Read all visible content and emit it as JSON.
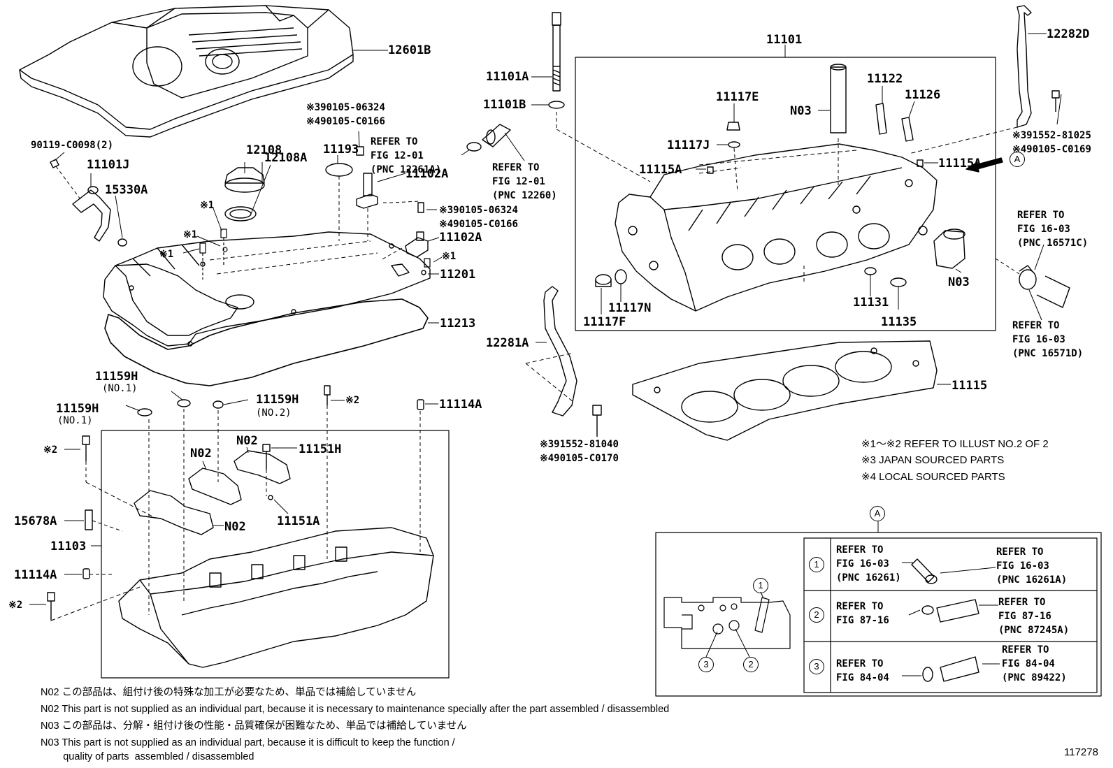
{
  "labels": {
    "p12601B": "12601B",
    "p90119": "90119-C0098(2)",
    "p11101J": "11101J",
    "p15330A": "15330A",
    "p12108": "12108",
    "p12108A": "12108A",
    "p11193": "11193",
    "pNote1a": "※390105-06324",
    "pNote1b": "※490105-C0166",
    "pNote2a": "※390105-06324",
    "pNote2b": "※490105-C0166",
    "p11102A_1": "11102A",
    "p11102A_2": "11102A",
    "pX1a": "※1",
    "pX1b": "※1",
    "pX1c": "※1",
    "pX1d": "※1",
    "p11201": "11201",
    "p11213": "11213",
    "p11101A": "11101A",
    "p11101B": "11101B",
    "p11101": "11101",
    "p11117E": "11117E",
    "p11122": "11122",
    "p11126": "11126",
    "pN03a": "N03",
    "p11117J": "11117J",
    "p11115A_1": "11115A",
    "p11115A_2": "11115A",
    "pN03b": "N03",
    "p11117N": "11117N",
    "p11117F": "11117F",
    "p11131": "11131",
    "p11135": "11135",
    "p12282D": "12282D",
    "pNote3a": "※391552-81025",
    "pNote3b": "※490105-C0169",
    "p12281A": "12281A",
    "p11115": "11115",
    "pNote4a": "※391552-81040",
    "pNote4b": "※490105-C0170",
    "p11159H_1": "11159H",
    "p11159H_1n": "(NO.1)",
    "p11159H_2": "11159H",
    "p11159H_2n": "(NO.1)",
    "p11159H_3": "11159H",
    "p11159H_3n": "(NO.2)",
    "pX2a": "※2",
    "pX2b": "※2",
    "pX2c": "※2",
    "p11114A_1": "11114A",
    "p11114A_2": "11114A",
    "pN02a": "N02",
    "pN02b": "N02",
    "pN02c": "N02",
    "p11151H": "11151H",
    "p11151A": "11151A",
    "p15678A": "15678A",
    "p11103": "11103",
    "circleA_1": "A",
    "circleA_2": "A"
  },
  "refs": {
    "r1": "REFER TO\nFIG 12-01\n(PNC 12261A)",
    "r2": "REFER TO\nFIG 12-01\n(PNC 12260)",
    "r3": "REFER TO\nFIG 16-03\n(PNC 16571C)",
    "r4": "REFER TO\nFIG 16-03\n(PNC 16571D)"
  },
  "legend": {
    "line1": "※1～※2  REFER TO ILLUST NO.2 OF 2",
    "line2": "※3 JAPAN SOURCED PARTS",
    "line3": "※4 LOCAL SOURCED PARTS"
  },
  "detail_table": {
    "rows": [
      {
        "num": "1",
        "left": "REFER TO\nFIG 16-03\n(PNC 16261)",
        "right": "REFER TO\nFIG 16-03\n(PNC 16261A)"
      },
      {
        "num": "2",
        "left": "REFER TO\nFIG 87-16",
        "right": "REFER TO\nFIG 87-16\n(PNC 87245A)"
      },
      {
        "num": "3",
        "left": "REFER TO\nFIG 84-04",
        "right": "REFER TO\nFIG 84-04\n(PNC 89422)"
      }
    ],
    "callouts": [
      "1",
      "2",
      "3"
    ]
  },
  "footnotes": {
    "n1": "N02  この部品は、組付け後の特殊な加工が必要なため、単品では補給していません",
    "n2": "N02  This part is not supplied as an individual part, because it is necessary to maintenance specially after the part assembled / disassembled",
    "n3": "N03  この部品は、分解・組付け後の性能・品質確保が困難なため、単品では補給していません",
    "n4": "N03  This part is not supplied as an individual part, because it is difficult to keep the function /",
    "n5": "        quality of parts  assembled / disassembled"
  },
  "figure_id": "117278"
}
